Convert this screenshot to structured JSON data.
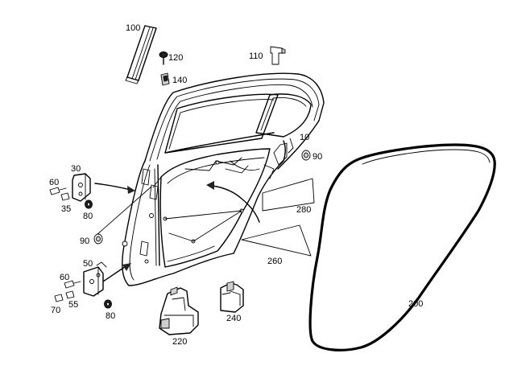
{
  "labels": {
    "p100": "100",
    "p120": "120",
    "p140": "140",
    "p110": "110",
    "p10": "10",
    "p90_top": "90",
    "p30": "30",
    "p60_top": "60",
    "p35": "35",
    "p80_top": "80",
    "p90_mid": "90",
    "p50": "50",
    "p60_bot": "60",
    "p70": "70",
    "p55": "55",
    "p80_bot": "80",
    "p220": "220",
    "p240": "240",
    "p280": "280",
    "p260": "260",
    "p200": "200"
  }
}
